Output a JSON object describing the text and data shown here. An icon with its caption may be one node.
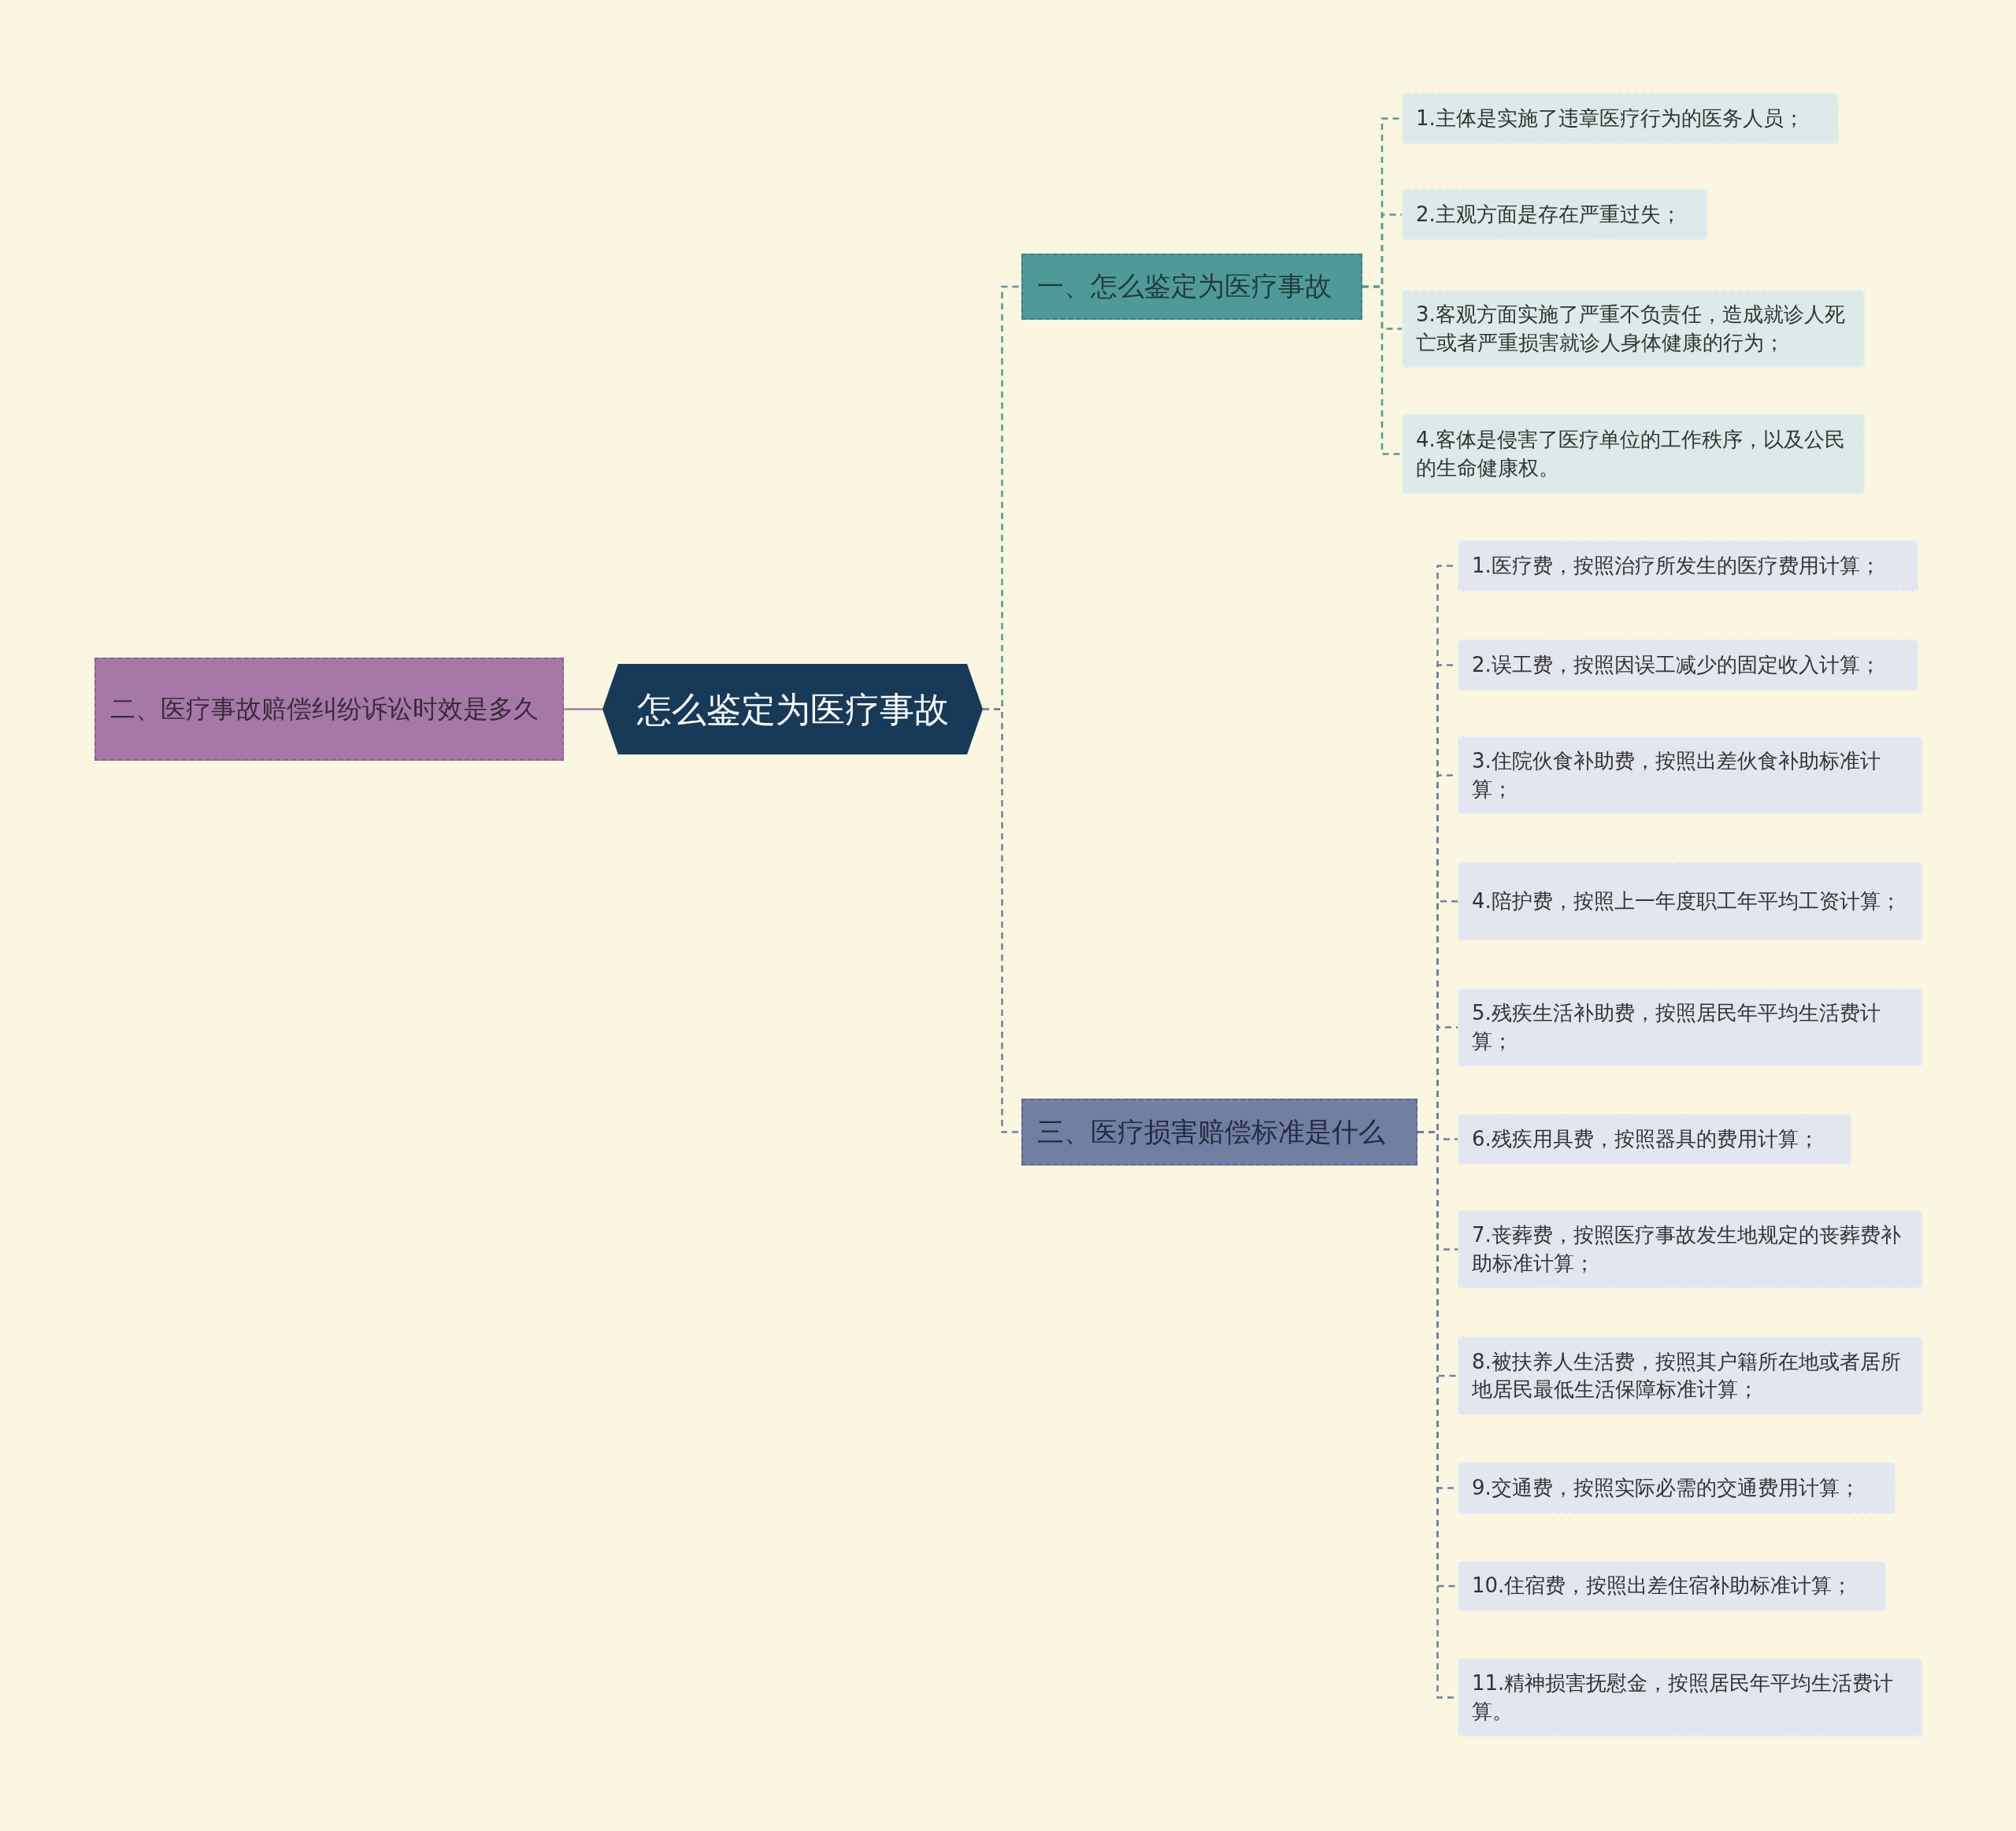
{
  "diagram": {
    "nodes": [
      {
        "text": [
          "怎么鉴定为医疗事故"
        ]
      },
      {
        "text": [
          "二、医疗事故赔偿纠纷诉讼时效是多久"
        ]
      },
      {
        "text": [
          "一、怎么鉴定为医疗事故"
        ]
      },
      {
        "text": [
          "1.主体是实施了违章医疗行为的医务人员；"
        ]
      },
      {
        "text": [
          "2.主观方面是存在严重过失；"
        ]
      },
      {
        "text": [
          "3.客观方面实施了严重不负责任，造成就诊人死亡或者严重损害就诊人身体健康的行为；"
        ]
      },
      {
        "text": [
          "4.客体是侵害了医疗单位的工作秩序，以及公民的生命健康权。"
        ]
      },
      {
        "text": [
          "三、医疗损害赔偿标准是什么"
        ]
      },
      {
        "text": [
          "1.医疗费，按照治疗所发生的医疗费用计算；"
        ]
      },
      {
        "text": [
          "2.误工费，按照因误工减少的固定收入计算；"
        ]
      },
      {
        "text": [
          "3.住院伙食补助费，按照出差伙食补助标准计算；"
        ]
      },
      {
        "text": [
          "4.陪护费，按照上一年度职工年平均工资计算；"
        ]
      },
      {
        "text": [
          "5.残疾生活补助费，按照居民年平均生活费计算；"
        ]
      },
      {
        "text": [
          "6.残疾用具费，按照器具的费用计算；"
        ]
      },
      {
        "text": [
          "7.丧葬费，按照医疗事故发生地规定的丧葬费补助标准计算；"
        ]
      },
      {
        "text": [
          "8.被扶养人生活费，按照其户籍所在地或者居所地居民最低生活保障标准计算；"
        ]
      },
      {
        "text": [
          "9.交通费，按照实际必需的交通费用计算；"
        ]
      },
      {
        "text": [
          "10.住宿费，按照出差住宿补助标准计算；"
        ]
      },
      {
        "text": [
          "11.精神损害抚慰金，按照居民年平均生活费计算。"
        ]
      }
    ],
    "edges": [
      {
        "from": 0,
        "to": 1,
        "arrow": "none",
        "color": "#a678a8"
      },
      {
        "from": 0,
        "to": 2,
        "arrow": "none",
        "style": "dashed",
        "color": "#4f9a99"
      },
      {
        "from": 2,
        "to": 3,
        "arrow": "none",
        "style": "dashed",
        "color": "#4f9a99"
      },
      {
        "from": 2,
        "to": 4,
        "arrow": "none",
        "style": "dashed",
        "color": "#4f9a99"
      },
      {
        "from": 2,
        "to": 5,
        "arrow": "none",
        "style": "dashed",
        "color": "#4f9a99"
      },
      {
        "from": 2,
        "to": 6,
        "arrow": "none",
        "style": "dashed",
        "color": "#4f9a99"
      },
      {
        "from": 0,
        "to": 7,
        "arrow": "none",
        "style": "dashed"
      },
      {
        "from": 7,
        "to": 8,
        "arrow": "none",
        "style": "dashed"
      },
      {
        "from": 7,
        "to": 9,
        "arrow": "none",
        "style": "dashed"
      },
      {
        "from": 7,
        "to": 10,
        "arrow": "none",
        "style": "dashed"
      },
      {
        "from": 7,
        "to": 11,
        "arrow": "none",
        "style": "dashed"
      },
      {
        "from": 7,
        "to": 12,
        "arrow": "none",
        "style": "dashed"
      },
      {
        "from": 7,
        "to": 13,
        "arrow": "none",
        "style": "dashed"
      },
      {
        "from": 7,
        "to": 14,
        "arrow": "none",
        "style": "dashed"
      },
      {
        "from": 7,
        "to": 15,
        "arrow": "none",
        "style": "dashed"
      },
      {
        "from": 7,
        "to": 16,
        "arrow": "none",
        "style": "dashed"
      },
      {
        "from": 7,
        "to": 17,
        "arrow": "none",
        "style": "dashed"
      },
      {
        "from": 7,
        "to": 18,
        "arrow": "none",
        "style": "dashed"
      }
    ]
  }
}
